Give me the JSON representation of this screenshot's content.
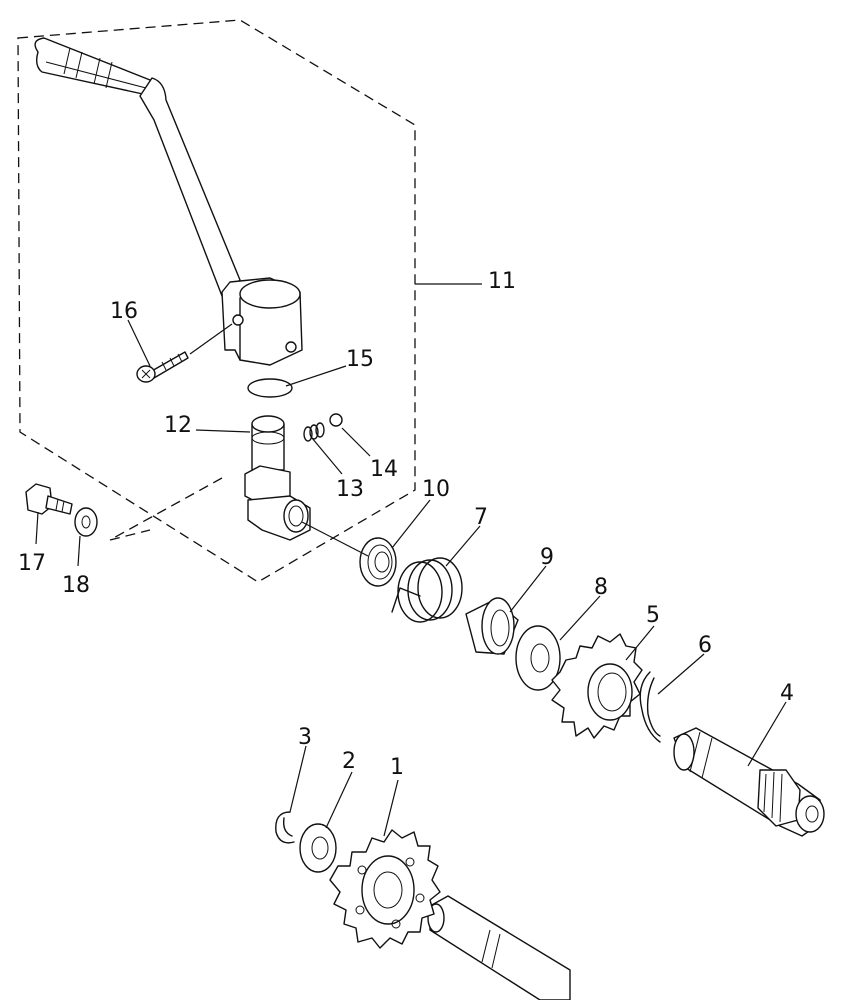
{
  "callouts": {
    "c1": "1",
    "c2": "2",
    "c3": "3",
    "c4": "4",
    "c5": "5",
    "c6": "6",
    "c7": "7",
    "c8": "8",
    "c9": "9",
    "c10": "10",
    "c11": "11",
    "c12": "12",
    "c13": "13",
    "c14": "14",
    "c15": "15",
    "c16": "16",
    "c17": "17",
    "c18": "18"
  },
  "colors": {
    "line": "#111111",
    "background": "#ffffff"
  }
}
